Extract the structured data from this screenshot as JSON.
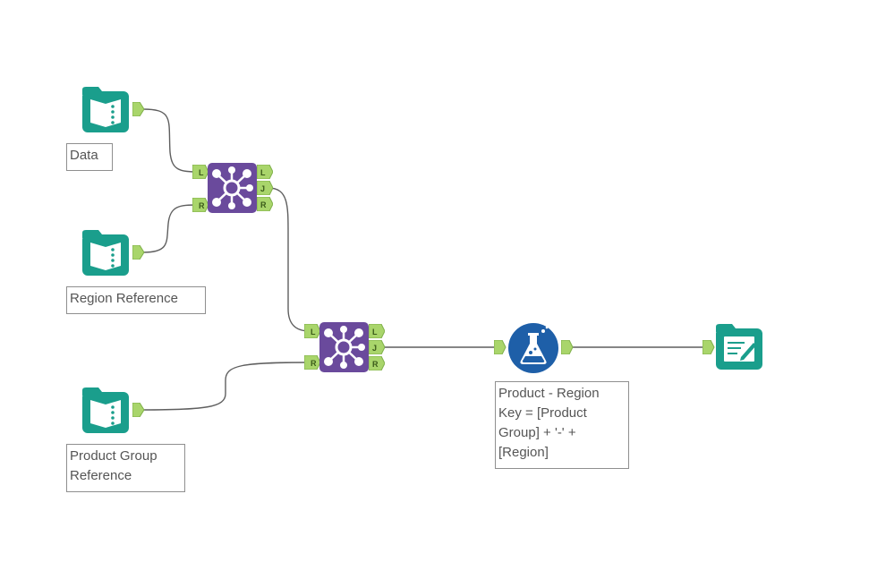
{
  "tools": {
    "input_data": {
      "label": "Data",
      "icon": "book-input-icon"
    },
    "input_region_reference": {
      "label": "Region Reference",
      "icon": "book-input-icon"
    },
    "input_product_group_reference": {
      "label": "Product Group Reference",
      "icon": "book-input-icon"
    },
    "join_1": {
      "icon": "join-icon",
      "inputs": [
        "L",
        "R"
      ],
      "outputs": [
        "L",
        "J",
        "R"
      ]
    },
    "join_2": {
      "icon": "join-icon",
      "inputs": [
        "L",
        "R"
      ],
      "outputs": [
        "L",
        "J",
        "R"
      ]
    },
    "formula": {
      "icon": "formula-flask-icon",
      "annotation": "Product - Region Key = [Product Group] + '-' + [Region]"
    },
    "browse": {
      "icon": "browse-output-icon"
    }
  },
  "colors": {
    "input_teal": "#1a9e8c",
    "join_purple": "#6a4a9c",
    "formula_blue": "#1e5fa8",
    "anchor_green": "#a9d56b",
    "wire": "#5f5f5f"
  }
}
